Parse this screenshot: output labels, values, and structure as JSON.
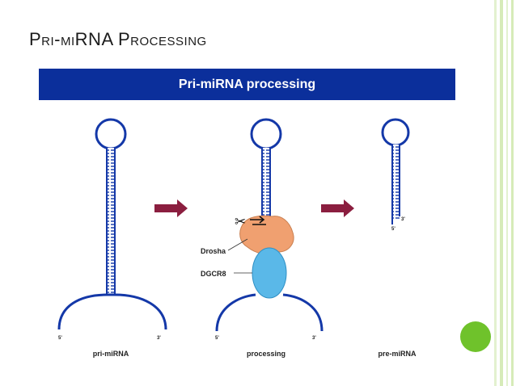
{
  "slide": {
    "title": "Pri-miRNA Processing",
    "banner": "Pri-miRNA processing"
  },
  "diagram": {
    "captions": {
      "pri": "pri-miRNA",
      "processing": "processing",
      "pre": "pre-miRNA"
    },
    "ends": {
      "five": "5'",
      "three": "3'"
    },
    "proteins": {
      "drosha": "Drosha",
      "dgcr8": "DGCR8"
    },
    "icons": [
      "scissors-icon",
      "arrow-right-icon"
    ]
  },
  "colors": {
    "banner": "#0b2f9b",
    "rna": "#1438a8",
    "arrow": "#8b1e3f",
    "drosha": "#f0a070",
    "dgcr8": "#5ab8e8",
    "dot": "#6fc22b",
    "rail": "#d6ebb8"
  }
}
